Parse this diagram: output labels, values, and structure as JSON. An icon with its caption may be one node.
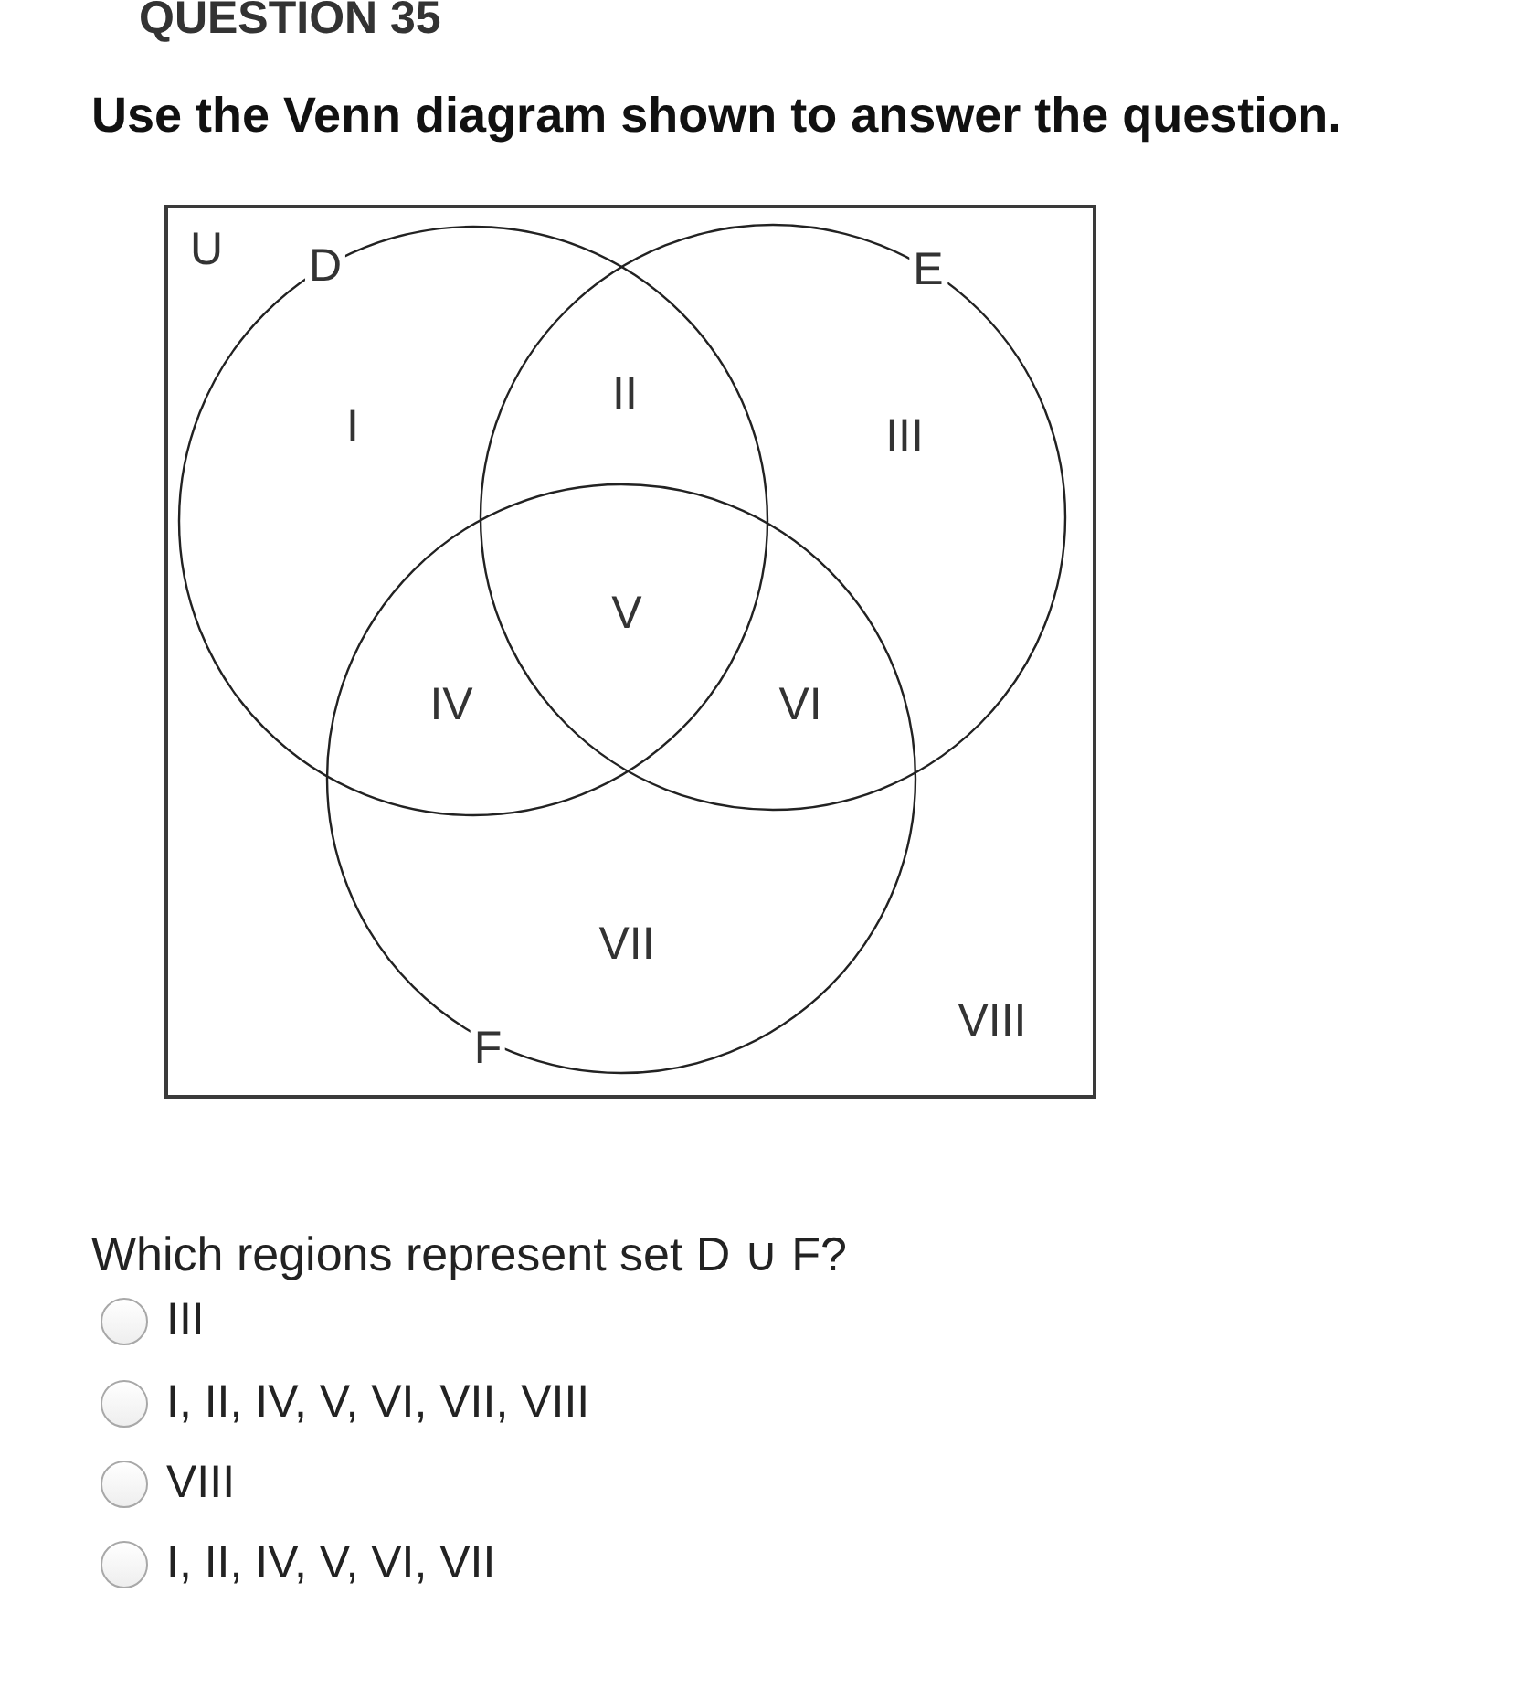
{
  "diagram": {
    "title": "QUESTION 35",
    "nodes": [
      {
        "text": [
          "U"
        ]
      },
      {
        "text": [
          "D"
        ],
        "in": 0
      },
      {
        "text": [
          "E"
        ],
        "in": 0
      },
      {
        "text": [
          "F"
        ],
        "in": 0
      }
    ],
    "labels": [
      "Use the Venn diagram shown to answer the question.",
      "I",
      "II",
      "III",
      "V",
      "IV",
      "VI",
      "VII",
      "VIII",
      "Which regions represent set D ∪ F?",
      "III",
      "I, II, IV, V, VI, VII, VIII",
      "VIII",
      "I, II, IV, V, VI, VII"
    ]
  }
}
